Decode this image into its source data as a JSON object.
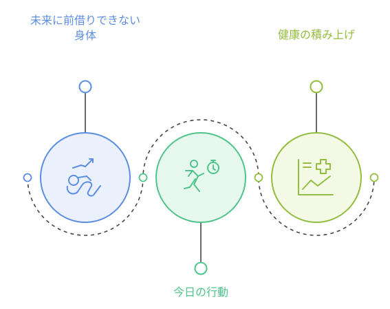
{
  "steps": [
    {
      "label": "未来に前借りできない身体",
      "label_lines": [
        "未来に前借りできない",
        "身体"
      ],
      "color": "#5b8de0",
      "fill": "#eaf1fd",
      "icon": "running-person-trend-icon"
    },
    {
      "label": "今日の行動",
      "color": "#4fc48a",
      "fill": "#e6f8ee",
      "icon": "running-person-stopwatch-icon"
    },
    {
      "label": "健康の積み上げ",
      "color": "#92bd3e",
      "fill": "#f3f9e4",
      "icon": "health-chart-cross-icon"
    }
  ],
  "connector_color": "#444444"
}
